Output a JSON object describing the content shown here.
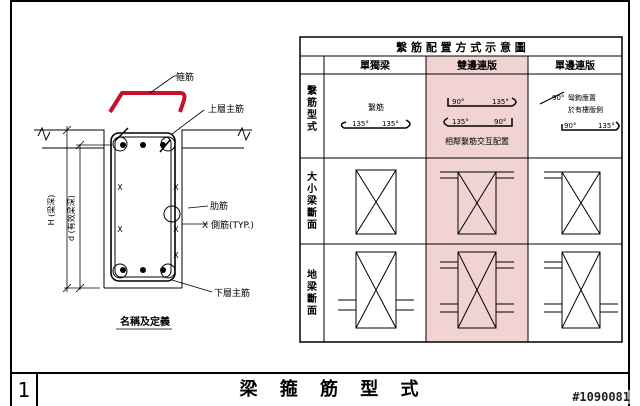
{
  "left_diagram": {
    "labels": {
      "stirrup": "箍筋",
      "top_main_bar": "上層主筋",
      "tie_bar": "肋筋",
      "side_bar": "側筋(TYP.)",
      "bottom_main_bar": "下層主筋",
      "height_label": "H (梁深)",
      "effective_depth_label": "d (有效梁深)",
      "caption": "名稱及定義",
      "x_mark": "X"
    }
  },
  "table": {
    "title": "繫 筋 配 置 方 式 示 意 圖",
    "columns": [
      "單獨梁",
      "雙邊連版",
      "單邊連版"
    ],
    "rows": [
      "繫筋型式",
      "大小梁斷面",
      "地梁斷面"
    ],
    "highlight_color": "#f2d3d3",
    "cells": {
      "single_beam": {
        "label": "繫筋",
        "angle_left": "135°",
        "angle_right": "135°"
      },
      "double_slab": {
        "angle_top_left": "90°",
        "angle_top_right": "135°",
        "angle_bot_left": "135°",
        "angle_bot_right": "90°",
        "note": "相鄰繫筋交互配置"
      },
      "single_slab": {
        "angle_top": "90°",
        "note_line1": "彎鉤應置",
        "note_line2": "於有樓版側",
        "angle_bot_left": "90°",
        "angle_bot_right": "135°"
      }
    }
  },
  "title_bar": {
    "number": "1",
    "title": "梁 箍 筋 型 式"
  },
  "watermark": "#1090081",
  "colors": {
    "stirrup_red": "#c8102e"
  }
}
